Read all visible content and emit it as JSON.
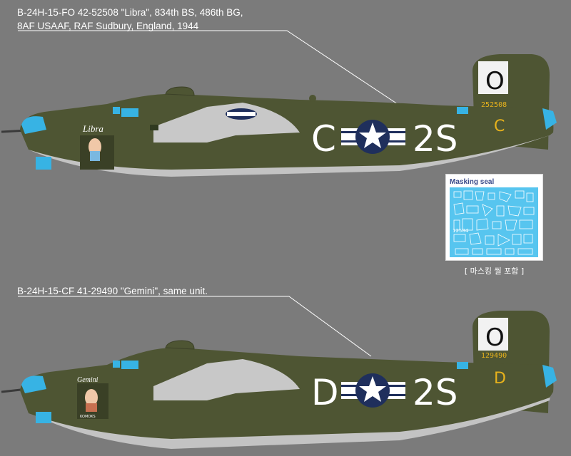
{
  "captions": {
    "plane1_line1": "B-24H-15-FO 42-52508 \"Libra\", 834th BS, 486th BG,",
    "plane1_line2": "8AF USAAF, RAF  Sudbury, England, 1944",
    "plane2_line1": "B-24H-15-CF 41-29490 \"Gemini\", same unit."
  },
  "plane1": {
    "code_left": "C",
    "code_right": "2S",
    "tail_letter": "O",
    "tail_serial": "252508",
    "tail_code": "C",
    "nose_art_name": "Libra"
  },
  "plane2": {
    "code_left": "D",
    "code_right": "2S",
    "tail_letter": "O",
    "tail_serial": "129490",
    "tail_code": "D",
    "nose_art_name": "Gemini",
    "nose_art_sub": "KOMOKS"
  },
  "masking_seal": {
    "title": "Masking seal",
    "caption": "[ 마스킹 씰 포함 ]",
    "inner_number": "12584"
  },
  "colors": {
    "background": "#7b7b7b",
    "olive_drab": "#4e5533",
    "neutral_gray": "#c8c8c8",
    "tail_white_block": "#f2f2f2",
    "tail_yellow": "#e7b21c",
    "window_blue": "#37b3e4",
    "insignia_blue": "#1f2f5c",
    "seal_cyan": "#57c5ef"
  }
}
